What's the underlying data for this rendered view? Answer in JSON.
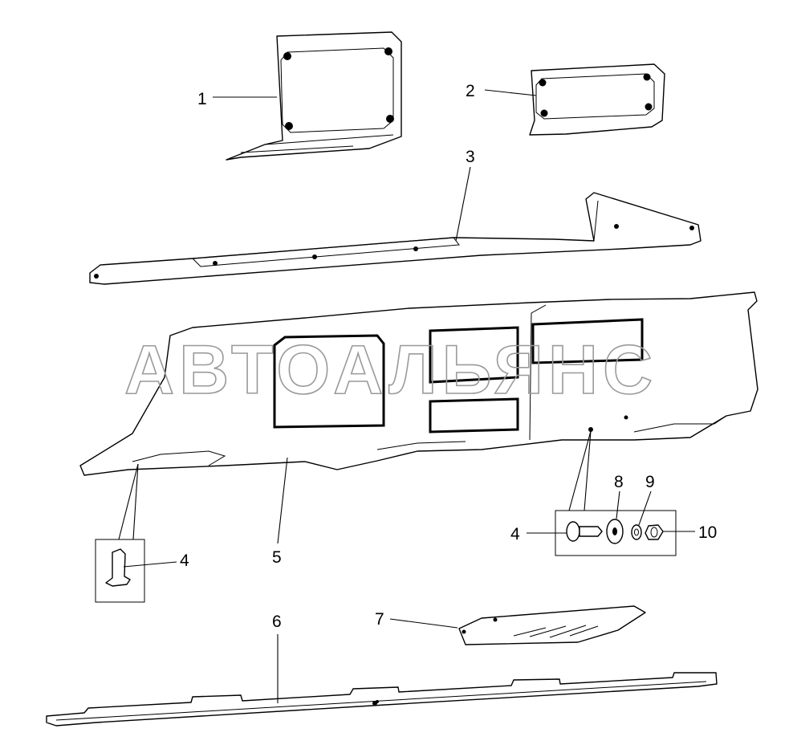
{
  "watermark": "АВТОАЛЬЯНС",
  "callouts": {
    "c1": "1",
    "c2": "2",
    "c3": "3",
    "c4_left": "4",
    "c4_right": "4",
    "c5": "5",
    "c6": "6",
    "c7": "7",
    "c8": "8",
    "c9": "9",
    "c10": "10"
  }
}
